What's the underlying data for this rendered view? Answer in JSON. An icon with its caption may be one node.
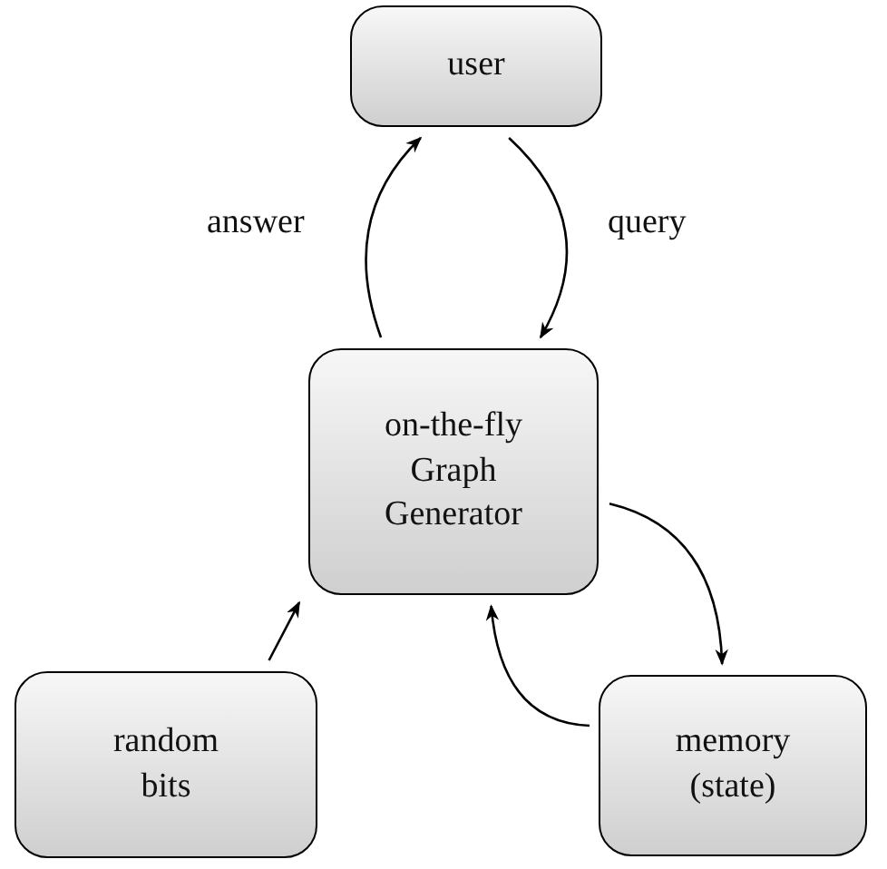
{
  "diagram": {
    "nodes": [
      {
        "text": [
          "user"
        ]
      },
      {
        "text": [
          "on-the-fly Graph Generator"
        ]
      },
      {
        "text": [
          "random bits"
        ]
      },
      {
        "text": [
          "memory (state)"
        ]
      }
    ],
    "edges": [
      {
        "from": 1,
        "to": 0,
        "arrow": "to",
        "label": "answer"
      },
      {
        "from": 0,
        "to": 1,
        "arrow": "to",
        "label": "query"
      },
      {
        "from": 2,
        "to": 1,
        "arrow": "to"
      },
      {
        "from": 1,
        "to": 3,
        "arrow": "to"
      },
      {
        "from": 3,
        "to": 1,
        "arrow": "to"
      }
    ]
  }
}
